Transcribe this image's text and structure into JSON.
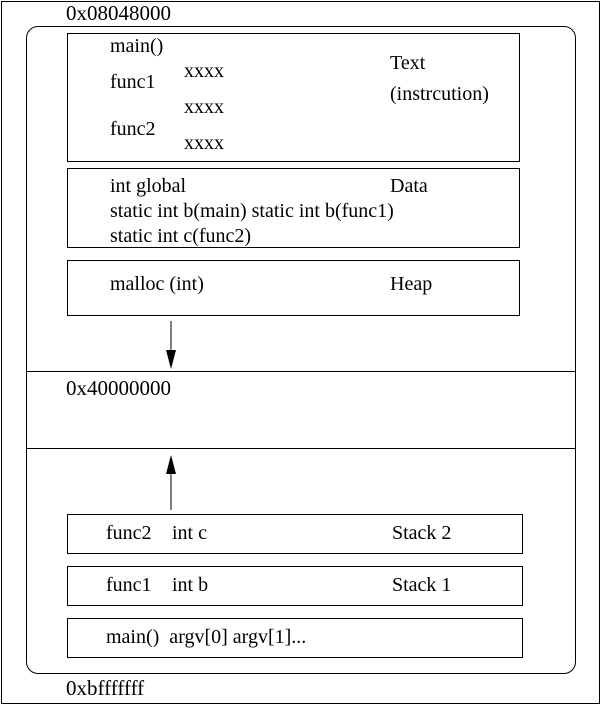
{
  "addresses": {
    "top": "0x08048000",
    "middle": "0x40000000",
    "bottom": "0xbfffffff"
  },
  "text_segment": {
    "main": "main()",
    "func1": "func1",
    "func2": "func2",
    "instr1": "xxxx",
    "instr2": "xxxx",
    "instr3": "xxxx",
    "label_line1": "Text",
    "label_line2": "(instrcution)"
  },
  "data_segment": {
    "line1": "int global",
    "line2": "static int b(main) static int b(func1)",
    "line3": "static int c(func2)",
    "label": "Data"
  },
  "heap_segment": {
    "content": "malloc (int)",
    "label": "Heap"
  },
  "stack2": {
    "func": "func2",
    "var": "int c",
    "label": "Stack 2"
  },
  "stack1": {
    "func": "func1",
    "var": "int b",
    "label": "Stack 1"
  },
  "stack_main": {
    "content": "main()  argv[0] argv[1]..."
  }
}
